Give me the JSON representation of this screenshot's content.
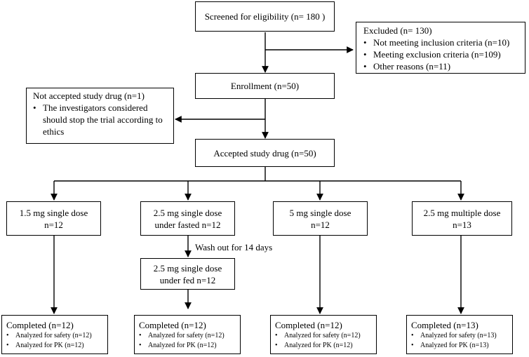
{
  "screened": "Screened for eligibility (n= 180 )",
  "excluded": {
    "title": "Excluded (n= 130)",
    "items": [
      "Not meeting inclusion criteria (n=10)",
      "Meeting exclusion criteria (n=109)",
      "Other reasons (n=11)"
    ]
  },
  "enrollment": "Enrollment (n=50)",
  "not_accepted": {
    "title": "Not accepted study drug  (n=1)",
    "items": [
      "The investigators considered should stop the trial according to ethics"
    ]
  },
  "accepted": "Accepted study drug  (n=50)",
  "arms": [
    {
      "line1": "1.5 mg single dose",
      "line2": "n=12"
    },
    {
      "line1": "2.5 mg single dose",
      "line2": "under fasted  n=12"
    },
    {
      "line1": "5 mg single dose",
      "line2": "n=12"
    },
    {
      "line1": "2.5 mg multiple dose",
      "line2": "n=13"
    }
  ],
  "washout": "Wash out for 14 days",
  "fed": {
    "line1": "2.5 mg single dose",
    "line2": "under fed  n=12"
  },
  "completed": [
    {
      "title": "Completed (n=12)",
      "items": [
        "Analyzed for safety (n=12)",
        "Analyzed for PK (n=12)"
      ]
    },
    {
      "title": "Completed (n=12)",
      "items": [
        "Analyzed for safety (n=12)",
        "Analyzed for PK (n=12)"
      ]
    },
    {
      "title": "Completed (n=12)",
      "items": [
        "Analyzed for safety (n=12)",
        "Analyzed for PK (n=12)"
      ]
    },
    {
      "title": "Completed (n=13)",
      "items": [
        "Analyzed for safety (n=13)",
        "Analyzed for PK (n=13)"
      ]
    }
  ]
}
